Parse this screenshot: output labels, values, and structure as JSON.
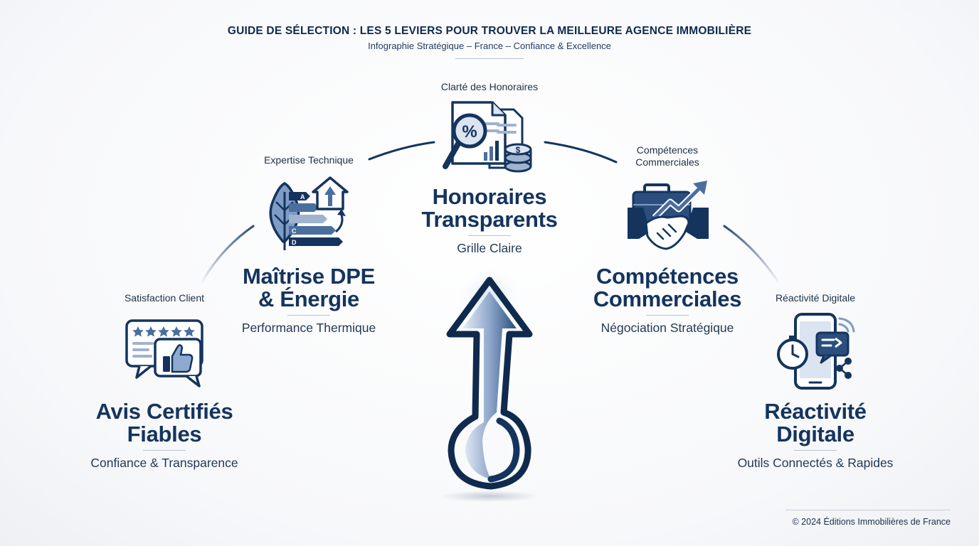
{
  "header": {
    "title": "GUIDE DE SÉLECTION : LES 5 LEVIERS POUR TROUVER LA MEILLEURE AGENCE IMMOBILIÈRE",
    "subtitle": "Infographie Stratégique – France – Confiance & Excellence"
  },
  "levers": [
    {
      "category": "Satisfaction Client",
      "title_line1": "Avis Certifiés",
      "title_line2": "Fiables",
      "subtitle": "Confiance & Transparence",
      "icon": "review-thumbs-up-icon"
    },
    {
      "category": "Expertise Technique",
      "title_line1": "Maîtrise DPE",
      "title_line2": "& Énergie",
      "subtitle": "Performance Thermique",
      "icon": "energy-rating-house-leaf-icon",
      "energy_labels": [
        "A",
        "C",
        "D"
      ]
    },
    {
      "category": "Clarté des Honoraires",
      "title_line1": "Honoraires",
      "title_line2": "Transparents",
      "subtitle": "Grille Claire",
      "icon": "document-percent-magnifier-icon"
    },
    {
      "category_line1": "Compétences",
      "category_line2": "Commerciales",
      "title_line1": "Compétences",
      "title_line2": "Commerciales",
      "subtitle": "Négociation Stratégique",
      "icon": "briefcase-handshake-growth-icon"
    },
    {
      "category": "Réactivité Digitale",
      "title_line1": "Réactivité",
      "title_line2": "Digitale",
      "subtitle": "Outils Connectés & Rapides",
      "icon": "smartphone-stopwatch-message-icon"
    }
  ],
  "center_icon": "upward-arrow-loop-icon",
  "footer": {
    "copyright": "© 2024 Éditions Immobilières de France"
  },
  "colors": {
    "navy": "#14345e",
    "dark_navy": "#0f2a4d",
    "light_blue": "#7f9cc4",
    "pale_blue": "#c9d6e8"
  }
}
